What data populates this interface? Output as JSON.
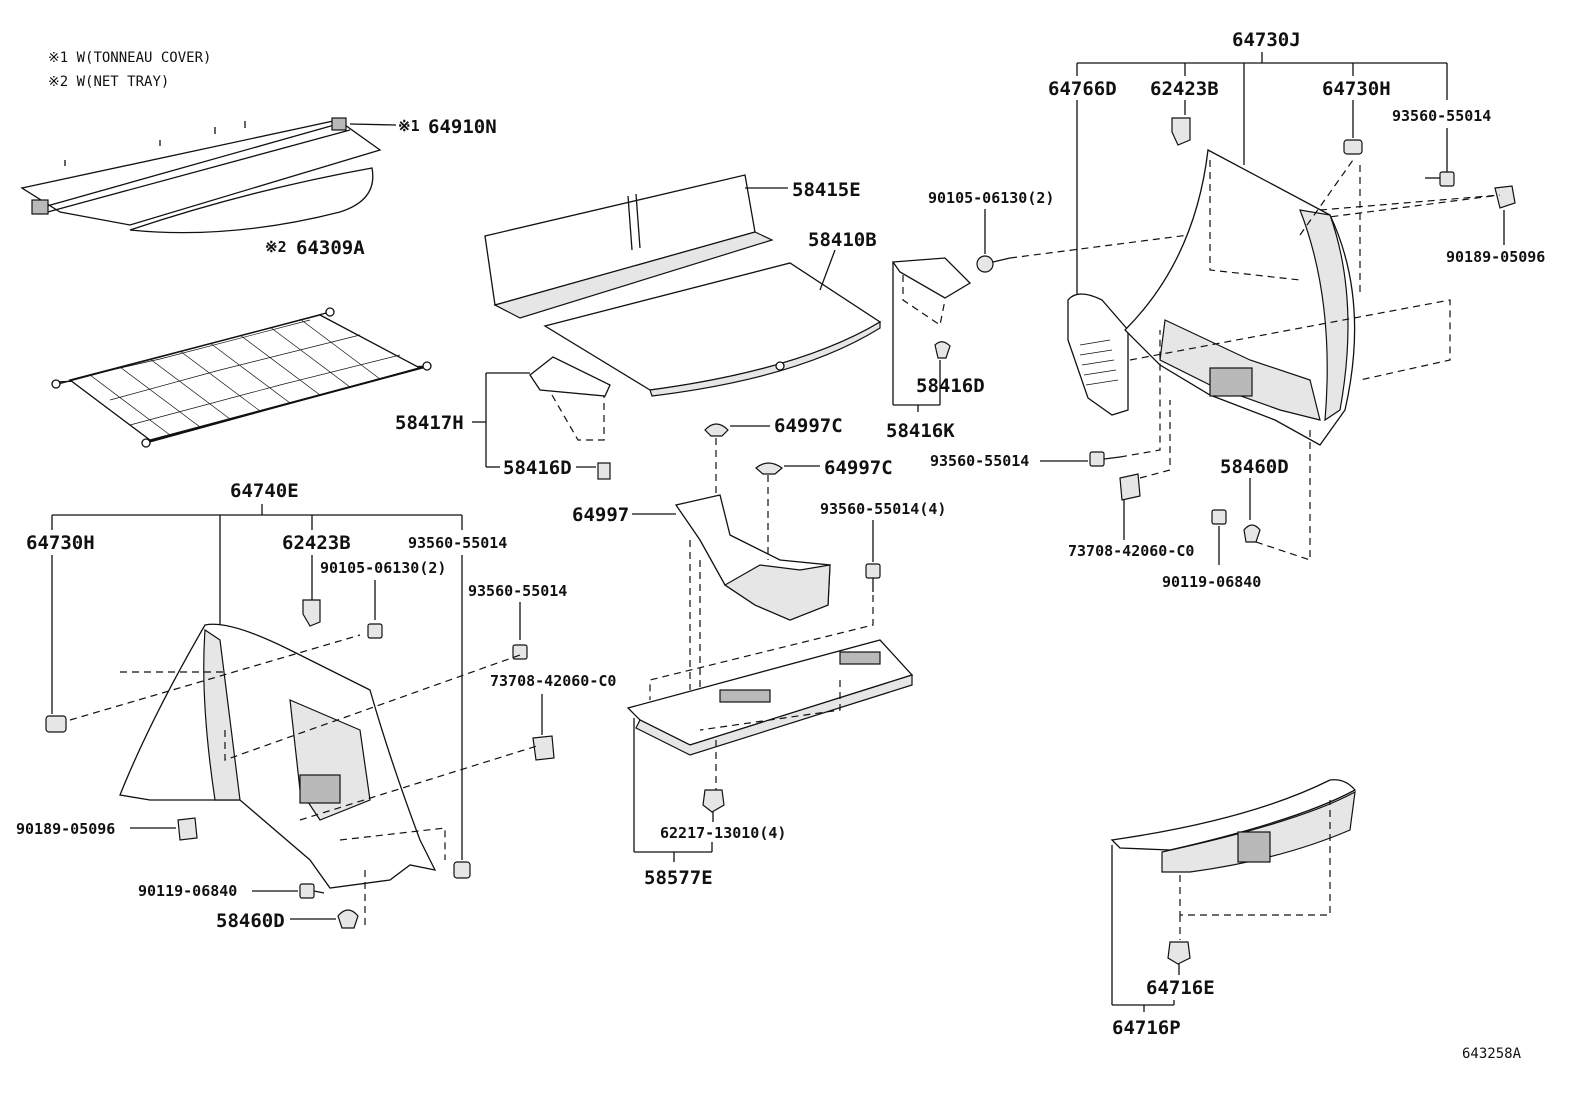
{
  "notes": [
    "※1 W(TONNEAU COVER)",
    "※2 W(NET TRAY)"
  ],
  "ref_marks": {
    "tonneau": "※1",
    "net": "※2"
  },
  "labels": {
    "p64910N": "64910N",
    "p64309A": "64309A",
    "p58415E": "58415E",
    "p58410B": "58410B",
    "p58417H": "58417H",
    "p58416D_left": "58416D",
    "p58416D_right": "58416D",
    "p58416K": "58416K",
    "p90105_06130_top": "90105-06130(2)",
    "p64730J": "64730J",
    "p64766D": "64766D",
    "p62423B_top": "62423B",
    "p64730H_top": "64730H",
    "p93560_55014_top": "93560-55014",
    "p90189_05096_top": "90189-05096",
    "p93560_55014_mid": "93560-55014",
    "p58460D_right": "58460D",
    "p73708_42060_right": "73708-42060-C0",
    "p90119_06840_right": "90119-06840",
    "p64997C_a": "64997C",
    "p64997C_b": "64997C",
    "p64997": "64997",
    "p93560_55014_4": "93560-55014(4)",
    "p62217_13010": "62217-13010(4)",
    "p58577E": "58577E",
    "p64740E": "64740E",
    "p64730H_left": "64730H",
    "p62423B_left": "62423B",
    "p93560_55014_left": "93560-55014",
    "p90105_06130_left": "90105-06130(2)",
    "p93560_55014_left2": "93560-55014",
    "p73708_42060_left": "73708-42060-C0",
    "p90189_05096_left": "90189-05096",
    "p90119_06840_left": "90119-06840",
    "p58460D_left": "58460D",
    "p64716E": "64716E",
    "p64716P": "64716P"
  },
  "figure_id": "643258A"
}
